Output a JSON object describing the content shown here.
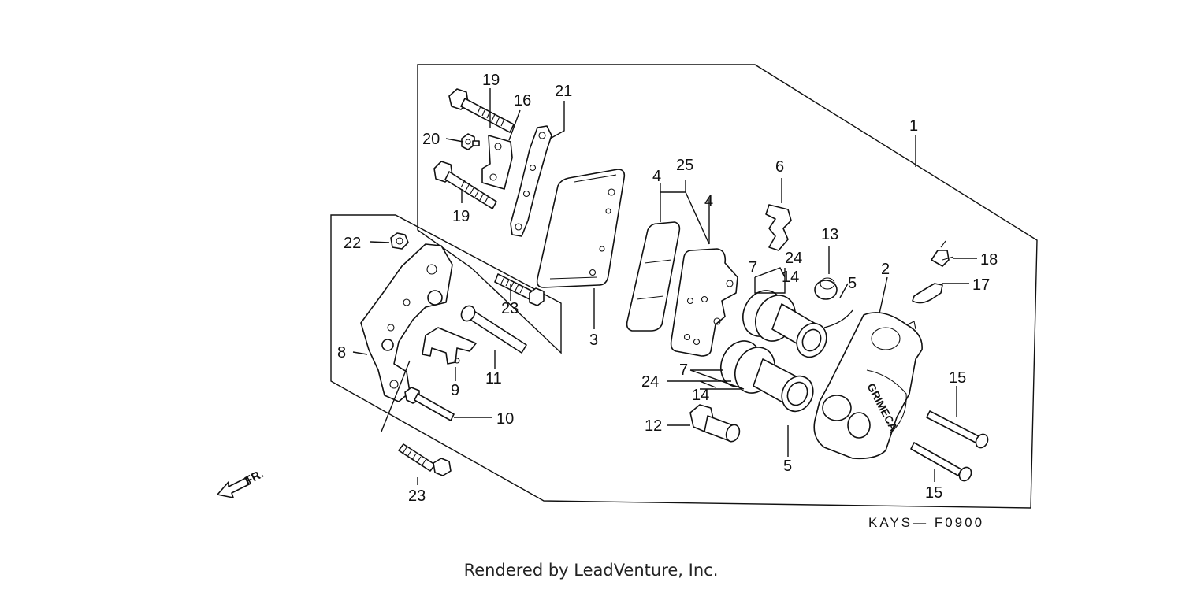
{
  "diagram": {
    "code": "KAYS— F0900",
    "direction_label": "FR.",
    "caliper_text": "GRIMECA",
    "footer": "Rendered by LeadVenture, Inc.",
    "callouts": [
      {
        "id": "c19a",
        "label": "19"
      },
      {
        "id": "c16",
        "label": "16"
      },
      {
        "id": "c21",
        "label": "21"
      },
      {
        "id": "c20",
        "label": "20"
      },
      {
        "id": "c19b",
        "label": "19"
      },
      {
        "id": "c1",
        "label": "1"
      },
      {
        "id": "c4a",
        "label": "4"
      },
      {
        "id": "c25",
        "label": "25"
      },
      {
        "id": "c4b",
        "label": "4"
      },
      {
        "id": "c6",
        "label": "6"
      },
      {
        "id": "c13",
        "label": "13"
      },
      {
        "id": "c18",
        "label": "18"
      },
      {
        "id": "c17",
        "label": "17"
      },
      {
        "id": "c7a",
        "label": "7"
      },
      {
        "id": "c24a",
        "label": "24"
      },
      {
        "id": "c14a",
        "label": "14"
      },
      {
        "id": "c5a",
        "label": "5"
      },
      {
        "id": "c2",
        "label": "2"
      },
      {
        "id": "c22",
        "label": "22"
      },
      {
        "id": "c23a",
        "label": "23"
      },
      {
        "id": "c3",
        "label": "3"
      },
      {
        "id": "c8",
        "label": "8"
      },
      {
        "id": "c9",
        "label": "9"
      },
      {
        "id": "c11",
        "label": "11"
      },
      {
        "id": "c7b",
        "label": "7"
      },
      {
        "id": "c24b",
        "label": "24"
      },
      {
        "id": "c14b",
        "label": "14"
      },
      {
        "id": "c15a",
        "label": "15"
      },
      {
        "id": "c10",
        "label": "10"
      },
      {
        "id": "c12",
        "label": "12"
      },
      {
        "id": "c5b",
        "label": "5"
      },
      {
        "id": "c15b",
        "label": "15"
      },
      {
        "id": "c23b",
        "label": "23"
      }
    ]
  }
}
